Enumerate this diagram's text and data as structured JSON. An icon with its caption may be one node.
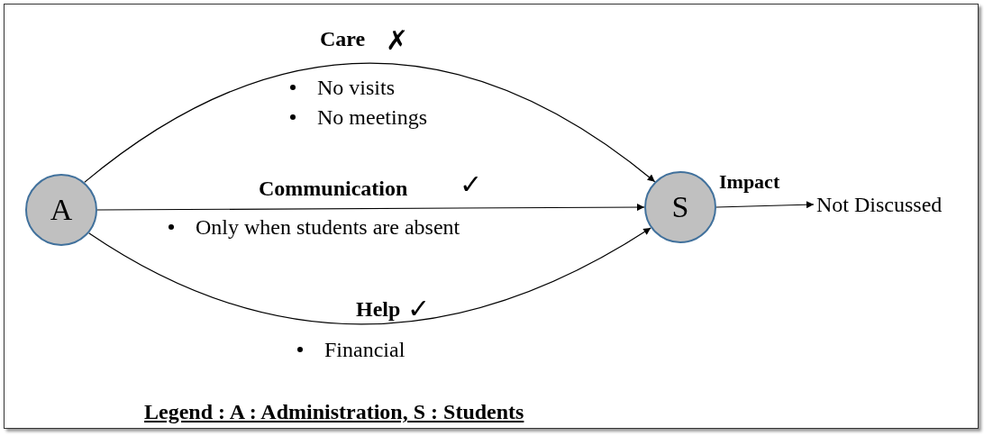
{
  "diagram": {
    "nodes": [
      {
        "text": [
          "A"
        ]
      },
      {
        "text": [
          "S"
        ]
      },
      {
        "text": [
          "Not Discussed"
        ]
      }
    ],
    "edges": [
      {
        "from": 0,
        "to": 1,
        "arrow": "to",
        "label": "Care"
      },
      {
        "from": 0,
        "to": 1,
        "arrow": "to",
        "label": "Communication"
      },
      {
        "from": 0,
        "to": 1,
        "arrow": "to",
        "label": "Help"
      },
      {
        "from": 1,
        "to": 2,
        "arrow": "to",
        "label": "Impact"
      }
    ],
    "labels": [
      "✗",
      "No visits",
      "No meetings",
      "✓",
      "Only when students are absent",
      "✓",
      "Financial",
      "Legend : A : Administration, S : Students"
    ]
  }
}
